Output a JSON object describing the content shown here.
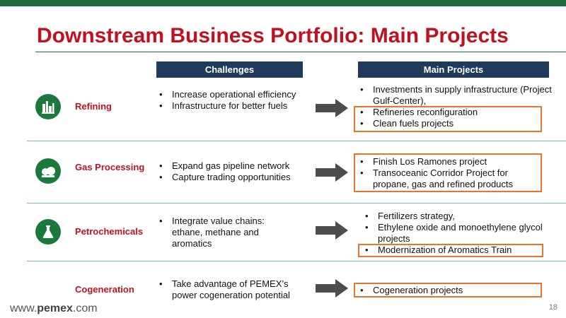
{
  "title": "Downstream Business Portfolio: Main Projects",
  "headers": {
    "challenges": "Challenges",
    "main_projects": "Main Projects"
  },
  "rows": [
    {
      "segment": "Refining",
      "icon": "refinery-icon",
      "challenges": [
        "Increase operational efficiency",
        "Infrastructure for better fuels"
      ],
      "projects": [
        "Investments in supply infrastructure (Project Gulf-Center),",
        "Refineries reconfiguration",
        "Clean fuels projects"
      ]
    },
    {
      "segment": "Gas Processing",
      "icon": "gas-tanks-icon",
      "challenges": [
        "Expand gas pipeline network",
        "Capture trading opportunities"
      ],
      "projects": [
        "Finish Los Ramones project",
        "Transoceanic Corridor Project for propane, gas and refined products"
      ]
    },
    {
      "segment": "Petrochemicals",
      "icon": "flask-icon",
      "challenges": [
        "Integrate value chains: ethane, methane and aromatics"
      ],
      "projects": [
        "Fertilizers strategy,",
        "Ethylene oxide and monoethylene glycol projects",
        "Modernization of Aromatics Train"
      ]
    },
    {
      "segment": "Cogeneration",
      "challenges": [
        "Take advantage of PEMEX’s power cogeneration potential"
      ],
      "projects": [
        "Cogeneration projects"
      ]
    }
  ],
  "footer": {
    "url_prefix": "www.",
    "url_brand": "pemex",
    "url_suffix": ".com",
    "page_number": "18"
  },
  "colors": {
    "title": "#c0111f",
    "header_bg": "#1f3b5c",
    "icon_bg": "#1b7a3b",
    "highlight_box": "#e8742a",
    "arrow": "#4d4d4d",
    "top_bar": "#1e6b3e"
  }
}
